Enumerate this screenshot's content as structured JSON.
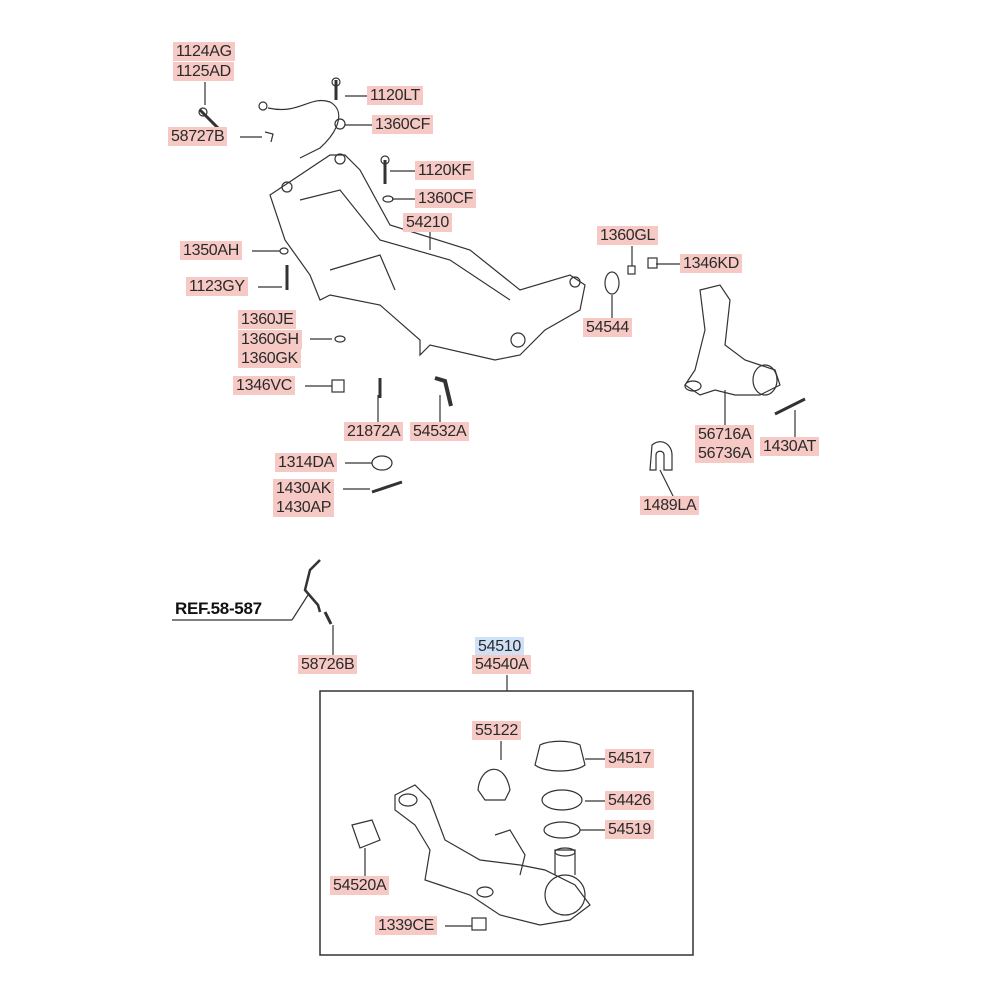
{
  "diagram": {
    "title": "Front suspension crossmember and lower arm parts diagram",
    "colors": {
      "label_bg": "#f6c9c5",
      "highlight_bg": "#cfe1f7",
      "line": "#333333"
    },
    "labels": {
      "p1124AG": "1124AG",
      "p1125AD": "1125AD",
      "p58727B": "58727B",
      "p1120LT": "1120LT",
      "p1360CF_a": "1360CF",
      "p1120KF": "1120KF",
      "p1360CF_b": "1360CF",
      "p54210": "54210",
      "p1360GL": "1360GL",
      "p1346KD": "1346KD",
      "p1350AH": "1350AH",
      "p1123GY": "1123GY",
      "p54544": "54544",
      "p1360JE": "1360JE",
      "p1360GH": "1360GH",
      "p1360GK": "1360GK",
      "p1346VC": "1346VC",
      "p21872A": "21872A",
      "p54532A": "54532A",
      "p56716A": "56716A",
      "p56736A": "56736A",
      "p1430AT": "1430AT",
      "p1314DA": "1314DA",
      "p1430AK": "1430AK",
      "p1430AP": "1430AP",
      "p1489LA": "1489LA",
      "ref": "REF.58-587",
      "p58726B": "58726B",
      "p54510": "54510",
      "p54540A": "54540A",
      "p55122": "55122",
      "p54517": "54517",
      "p54426": "54426",
      "p54519": "54519",
      "p54520A": "54520A",
      "p1339CE": "1339CE"
    }
  }
}
